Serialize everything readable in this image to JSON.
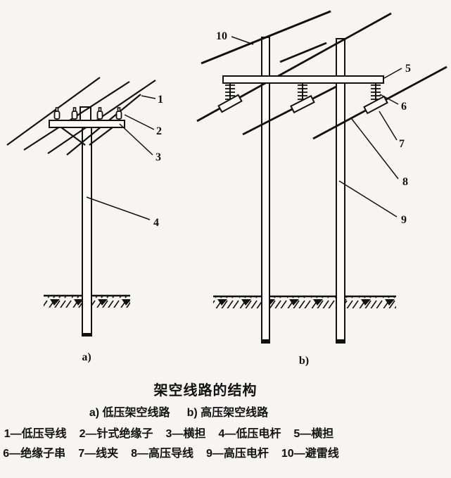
{
  "colors": {
    "background": "#f6f5f2",
    "ink": "#111111"
  },
  "figure": {
    "panel_a": {
      "label": "a)",
      "callout_1": "1",
      "callout_2": "2",
      "callout_3": "3",
      "callout_4": "4"
    },
    "panel_b": {
      "label": "b)",
      "callout_5": "5",
      "callout_6": "6",
      "callout_7": "7",
      "callout_8": "8",
      "callout_9": "9",
      "callout_10": "10"
    }
  },
  "caption": {
    "title": "架空线路的结构",
    "subtitle_a": "a) 低压架空线路",
    "subtitle_b": "b) 高压架空线路",
    "legend_row1": [
      {
        "text": "1—低压导线"
      },
      {
        "text": "2—针式绝缘子"
      },
      {
        "text": "3—横担"
      },
      {
        "text": "4—低压电杆"
      },
      {
        "text": "5—横担"
      }
    ],
    "legend_row2": [
      {
        "text": "6—绝缘子串"
      },
      {
        "text": "7—线夹"
      },
      {
        "text": "8—高压导线"
      },
      {
        "text": "9—高压电杆"
      },
      {
        "text": "10—避雷线"
      }
    ]
  }
}
